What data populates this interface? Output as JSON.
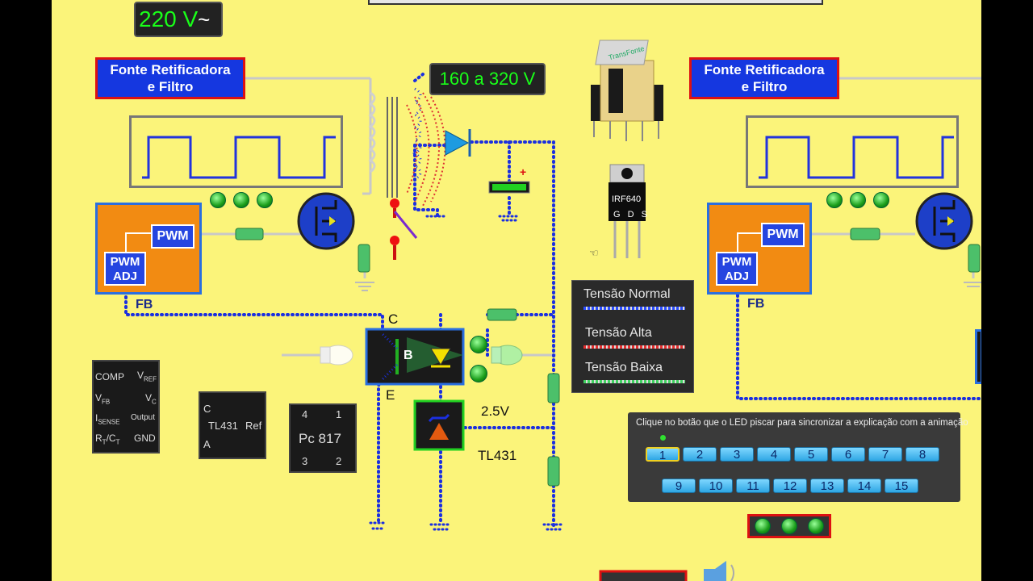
{
  "voltage_in": {
    "value": "220 V",
    "symbol": "~"
  },
  "voltage_range": "160 a 320 V",
  "left_block": {
    "title_line1": "Fonte Retificadora",
    "title_line2": "e Filtro",
    "pwm": "PWM",
    "pwm_adj_line1": "PWM",
    "pwm_adj_line2": "ADJ",
    "fb": "FB"
  },
  "right_block": {
    "title_line1": "Fonte Retificadora",
    "title_line2": "e Filtro",
    "pwm": "PWM",
    "pwm_adj_line1": "PWM",
    "pwm_adj_line2": "ADJ",
    "fb": "FB"
  },
  "transformer_label": "TransFonte",
  "mosfet_part": {
    "name": "IRF640",
    "pins": "G D S"
  },
  "optocoupler": {
    "c": "C",
    "e": "E",
    "b": "B"
  },
  "tl431_circuit": {
    "voltage": "2.5V",
    "name": "TL431"
  },
  "chip_uc3842": {
    "left": [
      "COMP",
      "V",
      "I",
      "R"
    ],
    "left_sub": [
      "",
      "FB",
      "SENSE",
      "T/C"
    ],
    "left_sub2": [
      "",
      "",
      "",
      "T"
    ],
    "right": [
      "V",
      "V",
      "Output",
      "GND"
    ],
    "right_sub": [
      "REF",
      "C",
      "",
      ""
    ]
  },
  "chip_tl431": {
    "c": "C",
    "name": "TL431",
    "ref": "Ref",
    "a": "A"
  },
  "chip_pc817": {
    "name": "Pc 817",
    "pins": [
      "4",
      "1",
      "3",
      "2"
    ]
  },
  "legend": {
    "items": [
      "Tensão Normal",
      "Tensão Alta",
      "Tensão Baixa"
    ],
    "colors": [
      "#2b4dff",
      "#e53030",
      "#40d060"
    ]
  },
  "sync_panel": {
    "instruction": "Clique no botão que o LED piscar para sincronizar a explicação com a animação",
    "row1": [
      "1",
      "2",
      "3",
      "4",
      "5",
      "6",
      "7",
      "8"
    ],
    "row2": [
      "9",
      "10",
      "11",
      "12",
      "13",
      "14",
      "15"
    ],
    "active": "1"
  },
  "colors": {
    "background": "#fbf47a",
    "box_blue": "#1537e0",
    "box_red": "#d11111",
    "orange": "#f28b12",
    "readout_green": "#19ff19"
  }
}
